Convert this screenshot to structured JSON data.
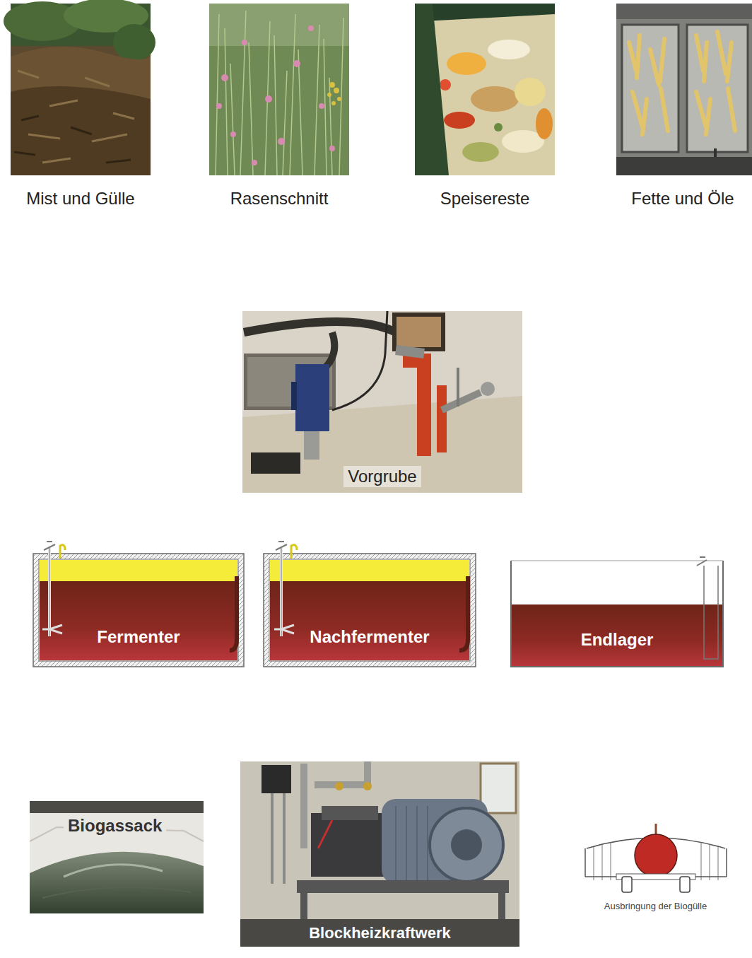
{
  "diagram": {
    "nodes": [
      {
        "text": [
          "Mist und Gülle"
        ]
      },
      {
        "text": [
          "Rasenschnitt"
        ]
      },
      {
        "text": [
          "Speisereste"
        ]
      },
      {
        "text": [
          "Fette und Öle"
        ]
      },
      {
        "text": [
          "Vorgrube"
        ]
      },
      {
        "text": [
          "Fermenter"
        ]
      },
      {
        "text": [
          "Nachfermenter"
        ]
      },
      {
        "text": [
          "Endlager"
        ]
      },
      {
        "text": [
          "Biogassack"
        ]
      },
      {
        "text": [
          "Blockheizkraftwerk"
        ]
      },
      {
        "text": [
          "Ausbringung der Biogülle"
        ]
      }
    ],
    "edges": [
      {
        "from": 0,
        "to": 4,
        "arrow": "none"
      },
      {
        "from": 1,
        "to": 4,
        "arrow": "none"
      },
      {
        "from": 2,
        "to": 4,
        "arrow": "none"
      },
      {
        "from": 3,
        "to": 4,
        "arrow": "none"
      },
      {
        "from": 4,
        "to": 5,
        "arrow": "none"
      },
      {
        "from": 5,
        "to": 6,
        "arrow": "none"
      },
      {
        "from": 6,
        "to": 7,
        "arrow": "none"
      },
      {
        "from": 6,
        "to": 8,
        "arrow": "none"
      },
      {
        "from": 8,
        "to": 9,
        "arrow": "none"
      },
      {
        "from": 9,
        "to": 5,
        "arrow": "none"
      },
      {
        "from": 9,
        "to": 6,
        "arrow": "none"
      },
      {
        "from": 7,
        "to": 10,
        "arrow": "none"
      }
    ]
  }
}
